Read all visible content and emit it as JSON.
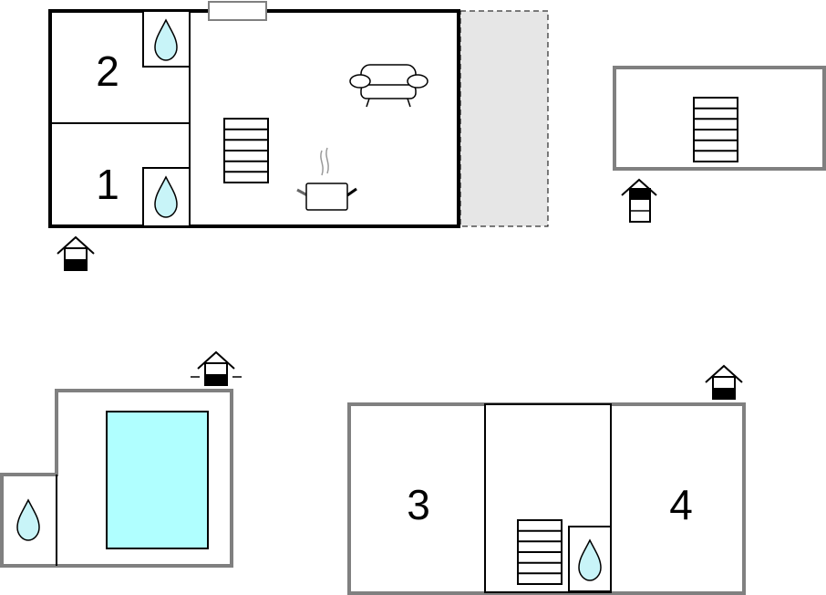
{
  "floorplan": {
    "rooms": {
      "bedroom_1": "1",
      "bedroom_2": "2",
      "bedroom_3": "3",
      "bedroom_4": "4"
    },
    "colors": {
      "wall_main": "#000000",
      "wall_secondary": "#808080",
      "water": "#c8f4f8",
      "pool": "#b0ffff",
      "terrace": "#e6e6e6"
    }
  }
}
